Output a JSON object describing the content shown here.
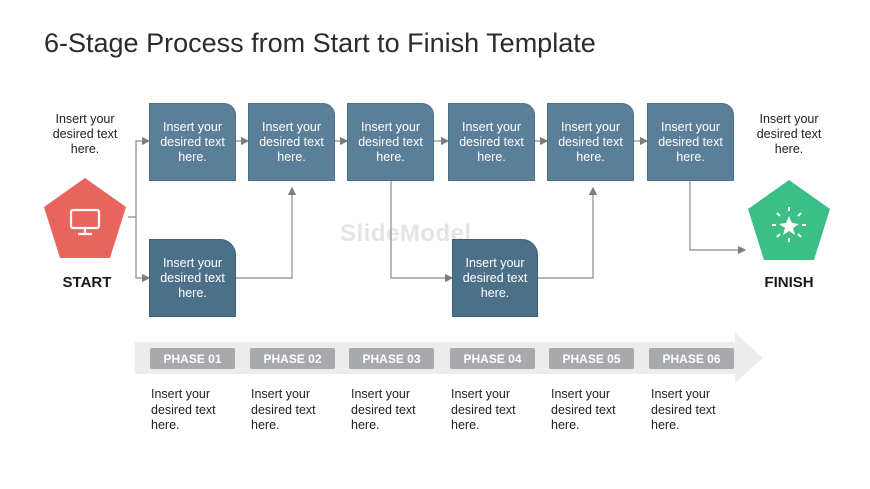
{
  "title": "6-Stage Process from Start to Finish Template",
  "watermark": "SlideModel",
  "start": {
    "text": "Insert your desired text here.",
    "label": "START",
    "color": "#e8655d",
    "icon": "monitor-icon"
  },
  "finish": {
    "text": "Insert your desired text here.",
    "label": "FINISH",
    "color": "#3cbf86",
    "icon": "sparkle-icon"
  },
  "top_boxes": [
    "Insert your desired text here.",
    "Insert your desired text here.",
    "Insert your desired text here.",
    "Insert your desired text here.",
    "Insert your desired text here.",
    "Insert your desired text here."
  ],
  "bottom_boxes": [
    "Insert your desired text here.",
    "Insert your desired text here."
  ],
  "phases": [
    {
      "label": "PHASE 01",
      "text": "Insert your desired text here."
    },
    {
      "label": "PHASE 02",
      "text": "Insert your desired text here."
    },
    {
      "label": "PHASE 03",
      "text": "Insert your desired text here."
    },
    {
      "label": "PHASE 04",
      "text": "Insert your desired text here."
    },
    {
      "label": "PHASE 05",
      "text": "Insert your desired text here."
    },
    {
      "label": "PHASE 06",
      "text": "Insert your desired text here."
    }
  ]
}
